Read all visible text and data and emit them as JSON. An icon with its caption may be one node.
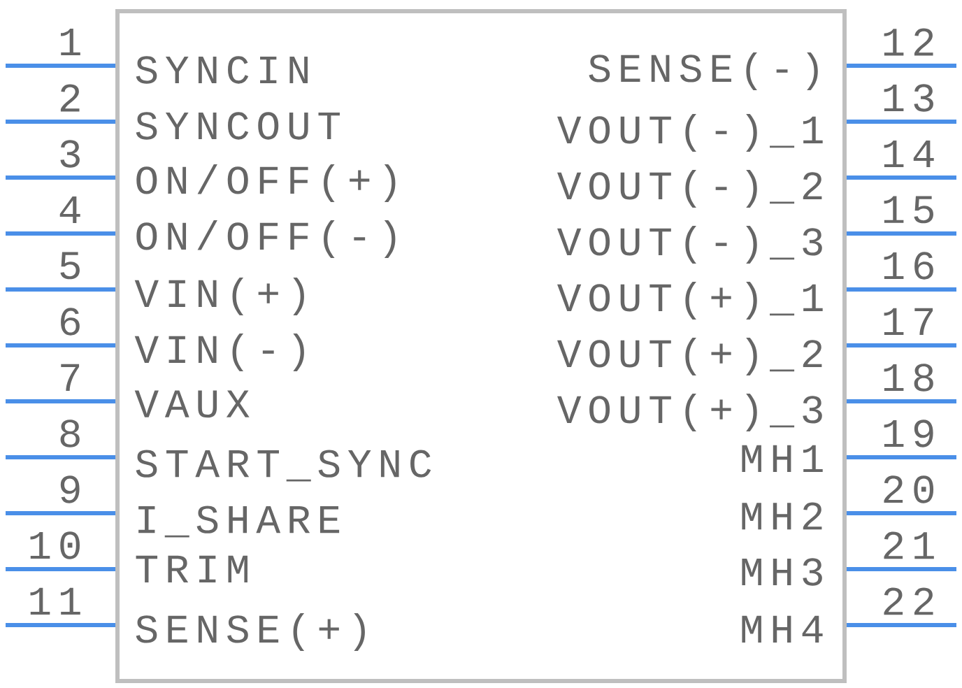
{
  "diagram": {
    "nodes": [
      {
        "text": [
          "SYNCIN",
          "SYNCOUT",
          "ON/OFF(+)",
          "ON/OFF(-)",
          "VIN(+)",
          "VIN(-)",
          "VAUX",
          "START_SYNC",
          "I_SHARE",
          "TRIM",
          "SENSE(+)",
          "SENSE(-)",
          "VOUT(-)_1",
          "VOUT(-)_2",
          "VOUT(-)_3",
          "VOUT(+)_1",
          "VOUT(+)_2",
          "VOUT(+)_3",
          "MH1",
          "MH2",
          "MH3",
          "MH4"
        ]
      }
    ],
    "labels": [
      "1",
      "2",
      "3",
      "4",
      "5",
      "6",
      "7",
      "8",
      "9",
      "10",
      "11",
      "12",
      "13",
      "14",
      "15",
      "16",
      "17",
      "18",
      "19",
      "20",
      "21",
      "22"
    ]
  }
}
